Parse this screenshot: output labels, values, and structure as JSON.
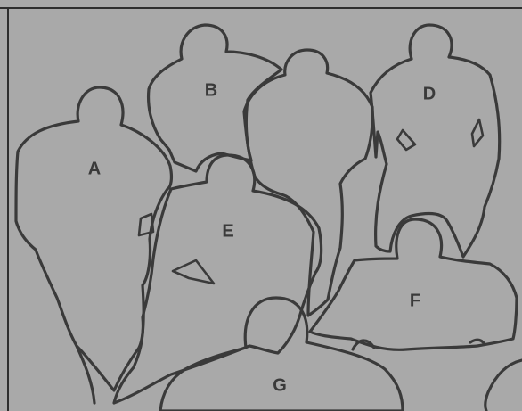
{
  "diagram": {
    "type": "silhouette-key",
    "background_color": "#a9a9a9",
    "outline_color": "#3a3a3a",
    "figures": [
      {
        "id": "A",
        "label": "A"
      },
      {
        "id": "B",
        "label": "B"
      },
      {
        "id": "C",
        "label": ""
      },
      {
        "id": "D",
        "label": "D"
      },
      {
        "id": "E",
        "label": "E"
      },
      {
        "id": "F",
        "label": "F"
      },
      {
        "id": "G",
        "label": "G"
      }
    ]
  }
}
